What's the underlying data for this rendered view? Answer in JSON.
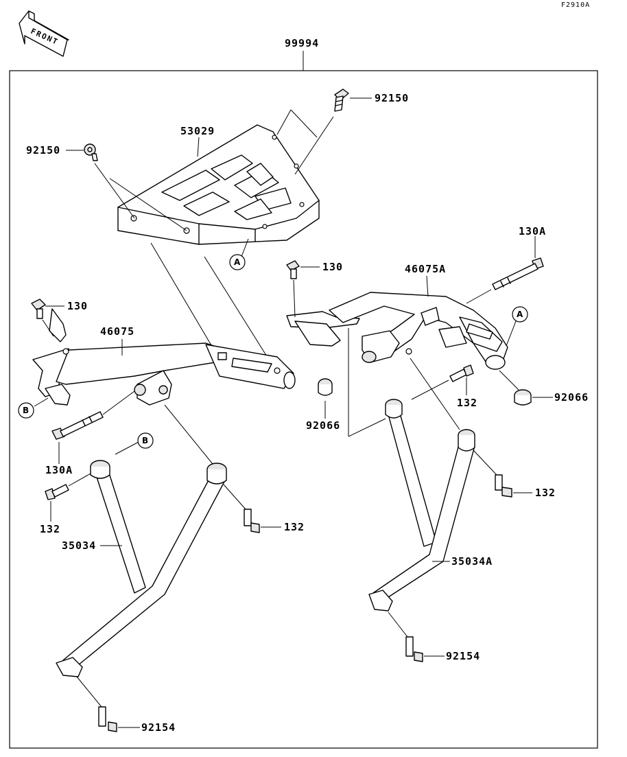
{
  "drawing_code": "F2910A",
  "front_badge": "FRONT",
  "assembly_number": "99994",
  "ref_marks": {
    "a": "A",
    "b": "B"
  },
  "labels": {
    "screw_top": "92150",
    "screw_left": "92150",
    "carrier_plate": "53029",
    "bolt_130_right": "130",
    "bolt_130a_right": "130A",
    "bracket_right": "46075A",
    "bolt_130_left": "130",
    "bracket_left": "46075",
    "bolt_132_mid_right": "132",
    "grommet_right": "92066",
    "grommet_left": "92066",
    "bolt_130a_left": "130A",
    "bolt_132_left": "132",
    "bolt_132_center": "132",
    "bolt_132_right": "132",
    "stay_left": "35034",
    "stay_right": "35034A",
    "bolt_92154_right": "92154",
    "bolt_92154_left": "92154"
  }
}
